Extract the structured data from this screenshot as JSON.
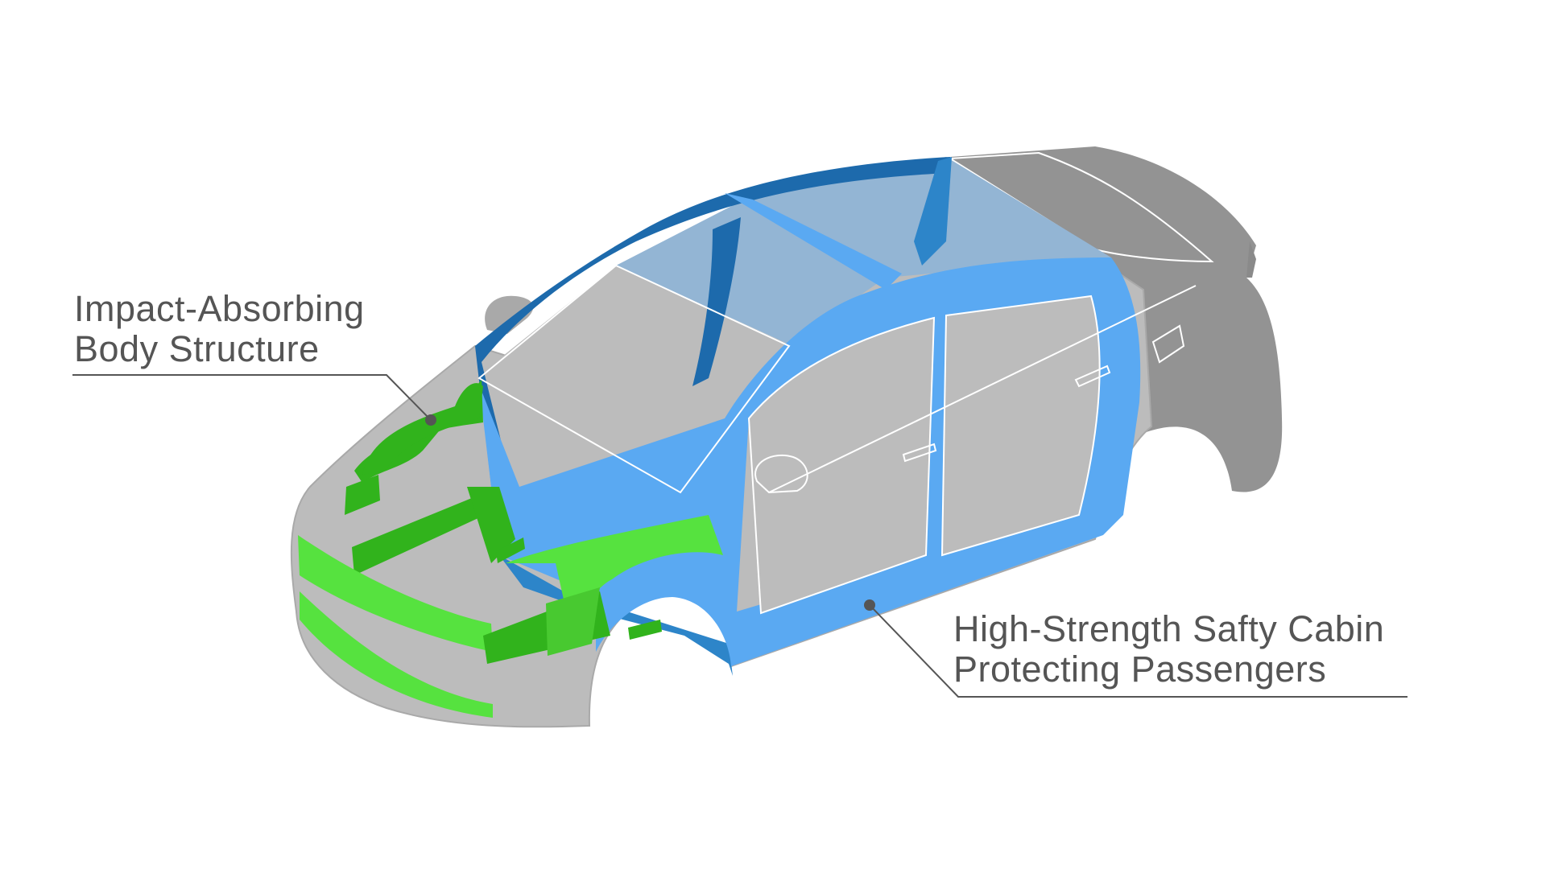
{
  "callouts": {
    "impact": {
      "line1": "Impact-Absorbing",
      "line2": "Body Structure"
    },
    "cabin": {
      "line1": "High-Strength Safty Cabin",
      "line2": "Protecting Passengers"
    }
  },
  "colors": {
    "body_light_gray": "#bcbcbc",
    "body_dark_gray": "#939393",
    "cabin_light_blue": "#5aa9f2",
    "cabin_dark_blue": "#1d6aac",
    "cabin_mid_blue": "#2d85c9",
    "glass_blue": "#93b5d4",
    "crumple_green": "#31b31c",
    "crumple_light_green": "#56e23f",
    "label_text": "#555555",
    "leader_line": "#555555"
  },
  "icons": {
    "car": "car-body-illustration"
  }
}
